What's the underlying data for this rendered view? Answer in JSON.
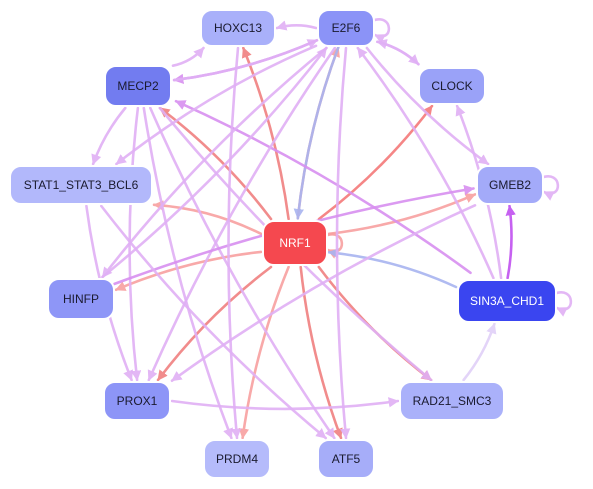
{
  "nodes": [
    {
      "id": "e2f6",
      "label": "E2F6",
      "fill": "#8b93f7",
      "text": "#1a1a2e"
    },
    {
      "id": "hoxc13",
      "label": "HOXC13",
      "fill": "#a9b0fa",
      "text": "#1a1a2e"
    },
    {
      "id": "mecp2",
      "label": "MECP2",
      "fill": "#727cf0",
      "text": "#1a1a2e"
    },
    {
      "id": "clock",
      "label": "CLOCK",
      "fill": "#9aa2f8",
      "text": "#1a1a2e"
    },
    {
      "id": "stat1",
      "label": "STAT1_STAT3_BCL6",
      "fill": "#b2b8fb",
      "text": "#1a1a2e"
    },
    {
      "id": "gmeb2",
      "label": "GMEB2",
      "fill": "#a3aaf9",
      "text": "#1a1a2e"
    },
    {
      "id": "nrf1",
      "label": "NRF1",
      "fill": "#f5484f",
      "text": "#ffffff"
    },
    {
      "id": "hinfp",
      "label": "HINFP",
      "fill": "#8e96f7",
      "text": "#1a1a2e"
    },
    {
      "id": "sin3a",
      "label": "SIN3A_CHD1",
      "fill": "#3a45f0",
      "text": "#ffffff"
    },
    {
      "id": "prox1",
      "label": "PROX1",
      "fill": "#8d95f7",
      "text": "#1a1a2e"
    },
    {
      "id": "rad21",
      "label": "RAD21_SMC3",
      "fill": "#aab1fa",
      "text": "#1a1a2e"
    },
    {
      "id": "prdm4",
      "label": "PRDM4",
      "fill": "#b5bbfb",
      "text": "#1a1a2e"
    },
    {
      "id": "atf5",
      "label": "ATF5",
      "fill": "#a6adf9",
      "text": "#1a1a2e"
    }
  ],
  "edges": [
    {
      "source": "nrf1",
      "target": "e2f6",
      "color": "#f8a0a0"
    },
    {
      "source": "nrf1",
      "target": "hoxc13",
      "color": "#f08080"
    },
    {
      "source": "nrf1",
      "target": "mecp2",
      "color": "#f08080"
    },
    {
      "source": "nrf1",
      "target": "clock",
      "color": "#f47a7a"
    },
    {
      "source": "nrf1",
      "target": "stat1",
      "color": "#f8a0a0"
    },
    {
      "source": "nrf1",
      "target": "gmeb2",
      "color": "#f8a0a0"
    },
    {
      "source": "nrf1",
      "target": "hinfp",
      "color": "#f8a0a0"
    },
    {
      "source": "nrf1",
      "target": "prox1",
      "color": "#f08080"
    },
    {
      "source": "nrf1",
      "target": "rad21",
      "color": "#f08080"
    },
    {
      "source": "nrf1",
      "target": "prdm4",
      "color": "#f8a0a0"
    },
    {
      "source": "nrf1",
      "target": "atf5",
      "color": "#f08080"
    },
    {
      "source": "nrf1",
      "target": "nrf1",
      "color": "#f8a0a0"
    },
    {
      "source": "e2f6",
      "target": "nrf1",
      "color": "#a8b4f0"
    },
    {
      "source": "sin3a",
      "target": "nrf1",
      "color": "#a8b4f0"
    },
    {
      "source": "sin3a",
      "target": "gmeb2",
      "color": "#c050f0"
    },
    {
      "source": "sin3a",
      "target": "e2f6",
      "color": "#e0b0f5"
    },
    {
      "source": "sin3a",
      "target": "clock",
      "color": "#e0b0f5"
    },
    {
      "source": "sin3a",
      "target": "mecp2",
      "color": "#d890f0"
    },
    {
      "source": "sin3a",
      "target": "sin3a",
      "color": "#e0b0f5"
    },
    {
      "source": "e2f6",
      "target": "hoxc13",
      "color": "#e0b0f5"
    },
    {
      "source": "e2f6",
      "target": "clock",
      "color": "#e0b0f5"
    },
    {
      "source": "e2f6",
      "target": "mecp2",
      "color": "#d890f0"
    },
    {
      "source": "e2f6",
      "target": "gmeb2",
      "color": "#e0b0f5"
    },
    {
      "source": "e2f6",
      "target": "stat1",
      "color": "#e0b0f5"
    },
    {
      "source": "e2f6",
      "target": "prox1",
      "color": "#e0b0f5"
    },
    {
      "source": "e2f6",
      "target": "hinfp",
      "color": "#e0b0f5"
    },
    {
      "source": "e2f6",
      "target": "atf5",
      "color": "#e0b0f5"
    },
    {
      "source": "e2f6",
      "target": "e2f6",
      "color": "#e0b0f5"
    },
    {
      "source": "mecp2",
      "target": "hoxc13",
      "color": "#e0b0f5"
    },
    {
      "source": "mecp2",
      "target": "e2f6",
      "color": "#e0b0f5"
    },
    {
      "source": "mecp2",
      "target": "stat1",
      "color": "#e0b0f5"
    },
    {
      "source": "mecp2",
      "target": "prox1",
      "color": "#e0b0f5"
    },
    {
      "source": "mecp2",
      "target": "prdm4",
      "color": "#e0b0f5"
    },
    {
      "source": "mecp2",
      "target": "atf5",
      "color": "#e0b0f5"
    },
    {
      "source": "mecp2",
      "target": "rad21",
      "color": "#e0b0f5"
    },
    {
      "source": "hinfp",
      "target": "gmeb2",
      "color": "#d890f0"
    },
    {
      "source": "hinfp",
      "target": "e2f6",
      "color": "#e0b0f5"
    },
    {
      "source": "stat1",
      "target": "prox1",
      "color": "#e0b0f5"
    },
    {
      "source": "stat1",
      "target": "atf5",
      "color": "#e0b0f5"
    },
    {
      "source": "gmeb2",
      "target": "gmeb2",
      "color": "#e0b0f5"
    },
    {
      "source": "gmeb2",
      "target": "prox1",
      "color": "#e0b0f5"
    },
    {
      "source": "rad21",
      "target": "sin3a",
      "color": "#e0d0f8"
    },
    {
      "source": "prox1",
      "target": "rad21",
      "color": "#e0b0f5"
    },
    {
      "source": "hoxc13",
      "target": "prdm4",
      "color": "#e0b0f5"
    },
    {
      "source": "clock",
      "target": "e2f6",
      "color": "#e0b0f5"
    }
  ]
}
